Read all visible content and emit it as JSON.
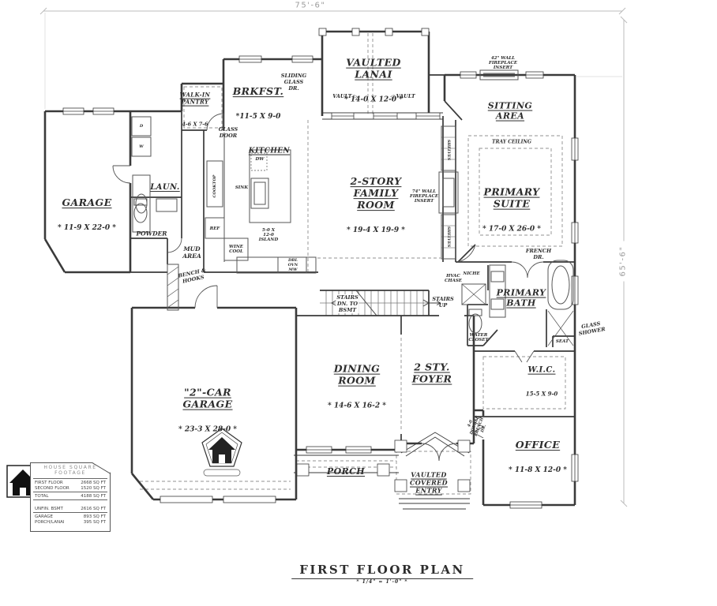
{
  "dimensions": {
    "top": "75'-6\"",
    "right": "65'-6\""
  },
  "title": {
    "text": "FIRST FLOOR PLAN",
    "scale": "* 1/4\" = 1'-0\" *"
  },
  "rooms": {
    "garage": {
      "name": "GARAGE",
      "dims": "* 11-9 X 22-0 *"
    },
    "car_garage": {
      "name": "\"2\"-CAR\nGARAGE",
      "dims": "* 23-3 X 28-0 *"
    },
    "walk_in_pantry": {
      "name": "WALK-IN\nPANTRY",
      "dims": "4-6 X 7-6"
    },
    "laun": {
      "name": "LAUN."
    },
    "brkfst": {
      "name": "BRKFST.",
      "dims": "*11-5 X 9-0"
    },
    "kitchen": {
      "name": "KITCHEN"
    },
    "vaulted_lanai": {
      "name": "VAULTED\nLANAI",
      "dims": "* 14-0 X 12-0 *"
    },
    "family_room": {
      "name": "2-STORY\nFAMILY\nROOM",
      "dims": "* 19-4 X 19-9 *"
    },
    "sitting_area": {
      "name": "SITTING\nAREA"
    },
    "primary_suite": {
      "name": "PRIMARY\nSUITE",
      "dims": "* 17-0 X 26-0 *"
    },
    "primary_bath": {
      "name": "PRIMARY\nBATH"
    },
    "wic": {
      "name": "W.I.C.",
      "dims": "15-5 X 9-0"
    },
    "office": {
      "name": "OFFICE",
      "dims": "* 11-8 X 12-0 *"
    },
    "dining_room": {
      "name": "DINING\nROOM",
      "dims": "* 14-6 X 16-2 *"
    },
    "foyer": {
      "name": "2 STY.\nFOYER"
    },
    "porch": {
      "name": "PORCH"
    },
    "entry": {
      "name": "VAULTED\nCOVERED\nENTRY"
    }
  },
  "annotations": {
    "sliding_glass_dr": "SLIDING\nGLASS\nDR.",
    "glass_door": "GLASS\nDOOR",
    "powder": "POWDER",
    "mud_area": "MUD\nAREA",
    "bench_hooks": "BENCH &\nHOOKS",
    "cooktop": "COOKTOP",
    "dw": "DW",
    "sink": "SINK",
    "ref": "REF",
    "wine_cool": "WINE\nCOOL",
    "island": "5-0 X\n12-0\nISLAND",
    "dbl_ovn": "DBL\nOVN\nMW",
    "vault_left": "VAULT ▷",
    "vault_right": "◁ VAULT",
    "fireplace_42": "42\" WALL\nFIREPLACE\nINSERT",
    "fireplace_74": "74\" WALL\nFIREPLACE\nINSERT",
    "shelves_top": "SHELVES",
    "shelves_bottom": "SHELVES",
    "tray_ceiling": "TRAY CEILING",
    "french_dr": "FRENCH\nDR.",
    "niche": "NICHE",
    "hvac_chase": "HVAC\nCHASE",
    "stairs_dn": "STAIRS\nDN. TO\nBSMT",
    "stairs_up": "STAIRS\nUP",
    "water_closet": "WATER\nCLOSET",
    "glass_shower": "GLASS\nSHOWER",
    "seat": "SEAT",
    "double_french_dr": "4-0\nDOUBLE\nFRENCH\nDR.",
    "laundry_d": "D",
    "laundry_w": "W"
  },
  "sqft_table": {
    "title": "HOUSE SQUARE\nFOOTAGE",
    "rows": [
      {
        "label": "FIRST FLOOR",
        "value": "2668 SQ FT"
      },
      {
        "label": "SECOND FLOOR",
        "value": "1520 SQ FT"
      },
      {
        "label": "TOTAL",
        "value": "4188 SQ FT"
      },
      {
        "label": "UNFIN. BSMT",
        "value": "2616 SQ FT"
      },
      {
        "label": "GARAGE",
        "value": "893 SQ FT"
      },
      {
        "label": "PORCH/LANAI",
        "value": "395 SQ FT"
      }
    ]
  }
}
